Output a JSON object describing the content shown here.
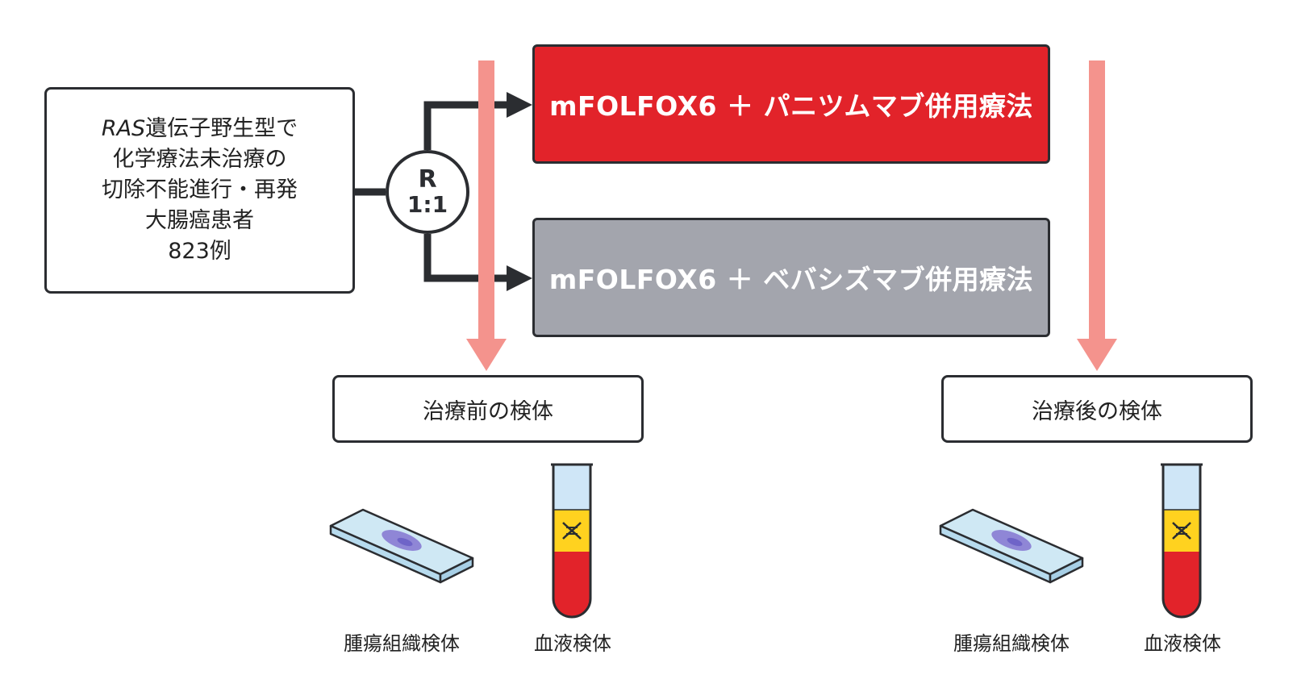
{
  "patients": {
    "line1_italic": "RAS",
    "line1_rest": "遺伝子野生型で",
    "line2": "化学療法未治療の",
    "line3": "切除不能進行・再発",
    "line4": "大腸癌患者",
    "line5": "823例"
  },
  "randomization": {
    "label": "R",
    "ratio": "1:1"
  },
  "arms": [
    {
      "label": "mFOLFOX6 ＋ パニツムマブ併用療法",
      "color": "#e2232a"
    },
    {
      "label": "mFOLFOX6 ＋ ベバシズマブ併用療法",
      "color": "#a3a5ad"
    }
  ],
  "samples": {
    "pre": {
      "title": "治療前の検体",
      "tissue": "腫瘍組織検体",
      "blood": "血液検体"
    },
    "post": {
      "title": "治療後の検体",
      "tissue": "腫瘍組織検体",
      "blood": "血液検体"
    }
  },
  "colors": {
    "arrow_pink": "#f4938d",
    "connector": "#2b2d31",
    "blood": "#e2232a",
    "plasma": "#ffd21f",
    "tube_top": "#cfe6f7",
    "slide": "#cfe8f4",
    "stain": "#8f86d6"
  }
}
